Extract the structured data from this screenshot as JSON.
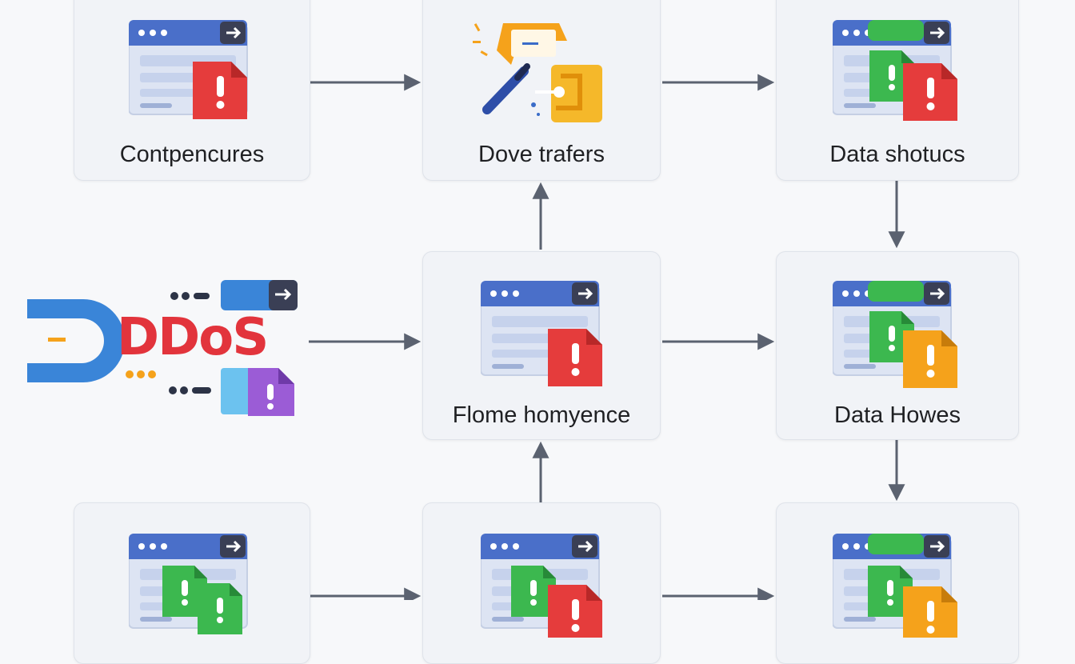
{
  "nodes": {
    "top_left": {
      "label": "Contpencures"
    },
    "top_mid": {
      "label": "Dove trafers"
    },
    "top_right": {
      "label": "Data shotucs"
    },
    "mid_mid": {
      "label": "Flome homyence"
    },
    "mid_right": {
      "label": "Data Howes"
    },
    "bot_left": {
      "label": ""
    },
    "bot_mid": {
      "label": ""
    },
    "bot_right": {
      "label": ""
    }
  },
  "ddos": {
    "logo_text": "DDoS"
  },
  "colors": {
    "arrow": "#5b6270",
    "browser_bar": "#4a6fc9",
    "alert_red": "#e53c3c",
    "alert_green": "#3cb84f",
    "alert_orange": "#f5a21b",
    "alert_purple": "#9b5cd6",
    "ddos_blue": "#3a85d8",
    "ddos_red": "#e2343c"
  },
  "icons": [
    "browser-window-icon",
    "alert-document-icon",
    "edit-transfer-icon",
    "ddos-logo-icon"
  ]
}
